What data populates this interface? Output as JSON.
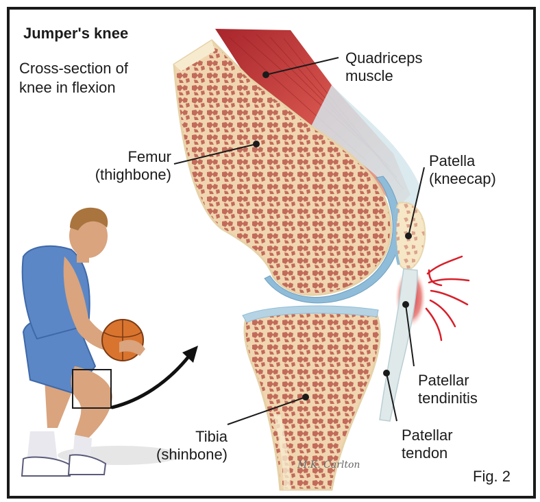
{
  "title": "Jumper's knee",
  "subtitle": {
    "line1": "Cross-section of",
    "line2": "knee in flexion"
  },
  "labels": {
    "quadriceps": {
      "line1": "Quadriceps",
      "line2": "muscle"
    },
    "femur": {
      "line1": "Femur",
      "line2": "(thighbone)"
    },
    "patella": {
      "line1": "Patella",
      "line2": "(kneecap)"
    },
    "tendinitis": {
      "line1": "Patellar",
      "line2": "tendinitis"
    },
    "tibia": {
      "line1": "Tibia",
      "line2": "(shinbone)"
    },
    "tendon": {
      "line1": "Patellar",
      "line2": "tendon"
    }
  },
  "figure_number": "Fig. 2",
  "signature": "M.K. Carlton",
  "colors": {
    "bone": "#f5e9c8",
    "marrow": "#b8463d",
    "muscle": "#c8413f",
    "cartilage": "#8fbcd8",
    "inflammation": "#d81f2a",
    "jersey": "#5b87c6",
    "skin": "#d9a47e",
    "ball": "#d9742f"
  }
}
